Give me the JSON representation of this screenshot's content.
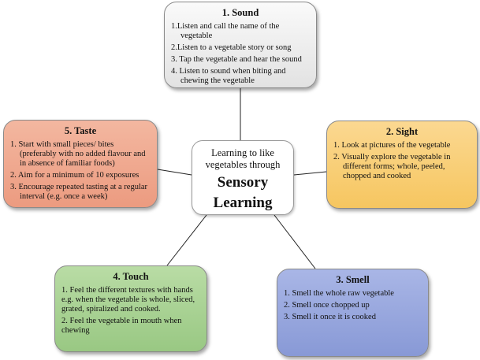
{
  "center": {
    "subtitle_line1": "Learning to like",
    "subtitle_line2": "vegetables through",
    "title_line1": "Sensory",
    "title_line2": "Learning"
  },
  "boxes": {
    "sound": {
      "title": "1. Sound",
      "color": "#e8e8e8",
      "items": [
        "1.Listen and call the name of the vegetable",
        "2.Listen to a vegetable story or song",
        "3. Tap the vegetable and hear the sound",
        "4. Listen to sound when biting and chewing the vegetable"
      ]
    },
    "sight": {
      "title": "2. Sight",
      "color": "#f9ce72",
      "items": [
        "1. Look at pictures of the vegetable",
        "2. Visually explore the vegetable in different forms; whole, peeled, chopped and cooked"
      ]
    },
    "smell": {
      "title": "3. Smell",
      "color": "#97a6dd",
      "items": [
        "1. Smell the whole raw vegetable",
        "2. Smell once chopped up",
        "3. Smell it once it is cooked"
      ]
    },
    "touch": {
      "title": "4. Touch",
      "color": "#a8d190",
      "items": [
        "1. Feel the different textures with hands e.g. when the vegetable is whole, sliced, grated, spiralized and cooked.",
        "2. Feel the vegetable in mouth when chewing"
      ]
    },
    "taste": {
      "title": "5. Taste",
      "color": "#f0a88e",
      "items": [
        "1. Start with small pieces/ bites (preferably with no added flavour and in absence of familiar foods)",
        "2. Aim for a minimum of 10 exposures",
        "3. Encourage repeated tasting at a regular interval (e.g. once a week)"
      ]
    }
  }
}
